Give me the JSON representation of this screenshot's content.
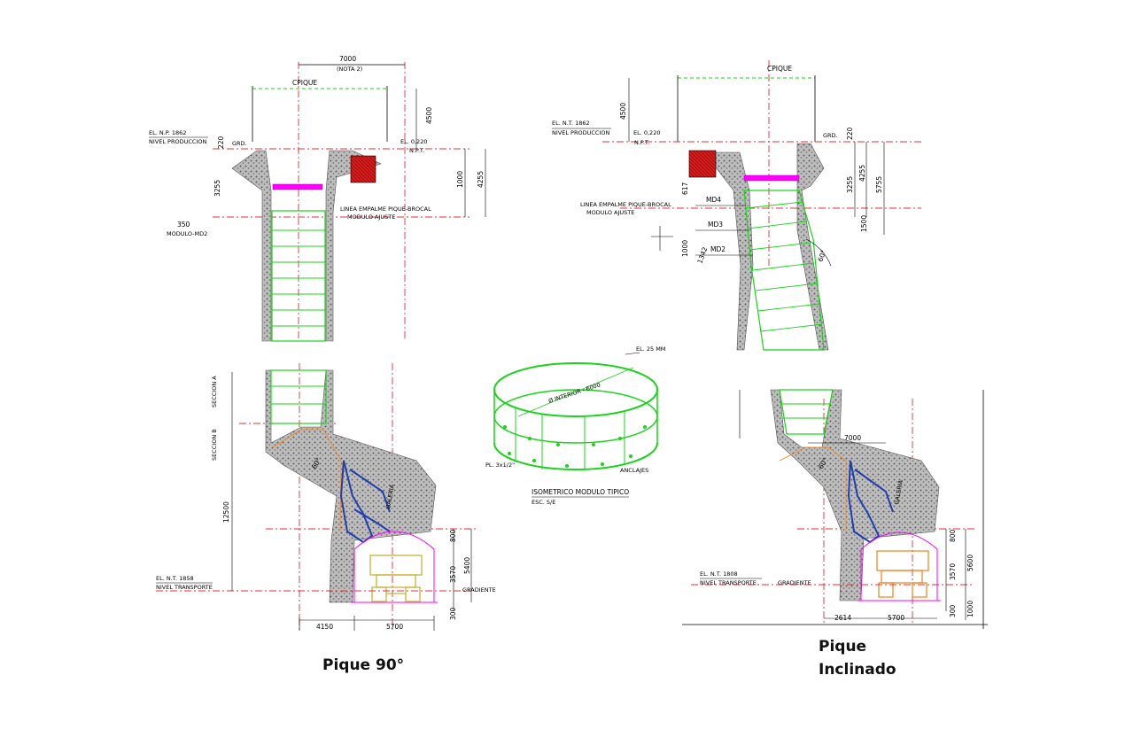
{
  "captions": {
    "vertical_line1": "Pique 90°",
    "inclined_line1": "Pique",
    "inclined_line2": "Inclinado"
  },
  "panel_top_left": {
    "cpique": "CPIQUE",
    "dim_width": "7000",
    "nota": "(NOTA 2)",
    "el_np": "EL. N.P. 1862",
    "nivel_produccion": "NIVEL PRODUCCION",
    "grd": "GRD.",
    "el_0220": "EL. 0,220",
    "npt": "N.P.T.",
    "dim_4500": "4500",
    "dim_220": "220",
    "dim_3255": "3255",
    "dim_1000": "1000",
    "dim_4255": "4255",
    "dim_350": "350",
    "modulo_md2": "MODULO-MD2",
    "linea_empalme": "LINEA EMPALME PIQUE-BROCAL",
    "modulo_ajuste": "MODULO AJUSTE"
  },
  "panel_top_right": {
    "cpique": "CPIQUE",
    "el_nt": "EL. N.T. 1862",
    "nivel_produccion": "NIVEL PRODUCCION",
    "el_0220": "EL. 0,220",
    "npt": "N.P.T.",
    "grd": "GRD.",
    "dim_4500": "4500",
    "dim_220": "220",
    "dim_3255": "3255",
    "dim_4255": "4255",
    "dim_5755": "5755",
    "dim_1500": "1500",
    "dim_617": "617",
    "dim_1000": "1000",
    "dim_1342": "1342",
    "md4": "MD4",
    "md3": "MD3",
    "md2": "MD2",
    "angle": "60°",
    "linea_empalme": "LINEA EMPALME PIQUE-BROCAL",
    "modulo_ajuste": "MODULO AJUSTE"
  },
  "panel_center": {
    "title": "ISOMETRICO MODULO TIPICO",
    "esc": "ESC. S/E",
    "note": "Ø INTERIOR - 6000",
    "label_a": "EL. 25 MM",
    "label_b": "PL. 3x1/2\"",
    "label_c": "ANCLAJES"
  },
  "panel_bottom_left": {
    "dim_12500": "12500",
    "seccion_a": "SECCION A",
    "seccion_b": "SECCION B",
    "angle": "60°",
    "el_nt": "EL. N.T. 1858",
    "nivel_transporte": "NIVEL TRANSPORTE",
    "gradiente": "GRADIENTE",
    "dim_800": "800",
    "dim_3570": "3570",
    "dim_5400": "5400",
    "dim_300": "300",
    "dim_4150": "4150",
    "dim_5700": "5700",
    "galeria": "GALERIA"
  },
  "panel_bottom_right": {
    "dim_7000": "7000",
    "angle": "60°",
    "el_nt": "EL. N.T. 1808",
    "nivel_transporte": "NIVEL TRANSPORTE",
    "gradiente": "GRADIENTE",
    "dim_800": "800",
    "dim_3570": "3570",
    "dim_5600": "5600",
    "dim_300": "300",
    "dim_1000": "1000",
    "dim_2614": "2614",
    "dim_5700": "5700",
    "galeria": "GALERIA"
  },
  "colors": {
    "green": "#19d419",
    "red_dash": "#e0303a",
    "magenta": "#ff00ff",
    "blue": "#1f3fae",
    "yellow": "#c9b23a",
    "orange": "#f08a2a",
    "rock": "#8a8a8a",
    "box_red": "#d81a1a"
  }
}
